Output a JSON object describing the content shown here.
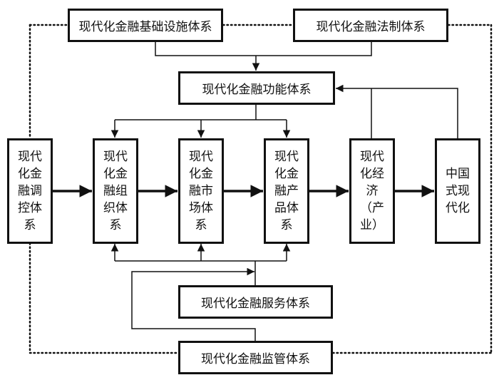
{
  "diagram": {
    "title_boxes": {
      "infrastructure": "现代化金融基础设施体系",
      "legal": "现代化金融法制体系",
      "function": "现代化金融功能体系",
      "service": "现代化金融服务体系",
      "supervision": "现代化金融监管体系"
    },
    "row_boxes": [
      {
        "id": "regulation",
        "label": "现代化金融调控体系"
      },
      {
        "id": "organization",
        "label": "现代化金融组织体系"
      },
      {
        "id": "market",
        "label": "现代化金融市场体系"
      },
      {
        "id": "product",
        "label": "现代化金融产品体系"
      },
      {
        "id": "economy",
        "label": "现代化经济（产业）"
      },
      {
        "id": "chinese-modernization",
        "label": "中国式现代化"
      }
    ],
    "edges": [
      {
        "from": "infrastructure",
        "to": "function",
        "style": "solid"
      },
      {
        "from": "legal",
        "to": "function",
        "style": "solid"
      },
      {
        "from": "function",
        "to": "organization",
        "style": "solid"
      },
      {
        "from": "function",
        "to": "market",
        "style": "solid"
      },
      {
        "from": "function",
        "to": "product",
        "style": "solid"
      },
      {
        "from": "economy",
        "to": "function",
        "style": "solid"
      },
      {
        "from": "chinese-modernization",
        "to": "function",
        "style": "solid"
      },
      {
        "from": "regulation",
        "to": "organization",
        "style": "bold"
      },
      {
        "from": "organization",
        "to": "market",
        "style": "bold"
      },
      {
        "from": "market",
        "to": "product",
        "style": "bold"
      },
      {
        "from": "product",
        "to": "economy",
        "style": "bold"
      },
      {
        "from": "economy",
        "to": "chinese-modernization",
        "style": "bold"
      },
      {
        "from": "service",
        "to": "organization",
        "style": "solid"
      },
      {
        "from": "service",
        "to": "market",
        "style": "solid"
      },
      {
        "from": "service",
        "to": "product",
        "style": "solid"
      },
      {
        "from": "supervision",
        "to": "service",
        "style": "solid"
      },
      {
        "from": "infrastructure",
        "to": "legal",
        "style": "dotted"
      },
      {
        "from": "infrastructure",
        "to": "regulation",
        "style": "dotted"
      },
      {
        "from": "regulation",
        "to": "supervision",
        "style": "dotted"
      },
      {
        "from": "legal",
        "to": "supervision",
        "style": "dotted"
      }
    ]
  }
}
